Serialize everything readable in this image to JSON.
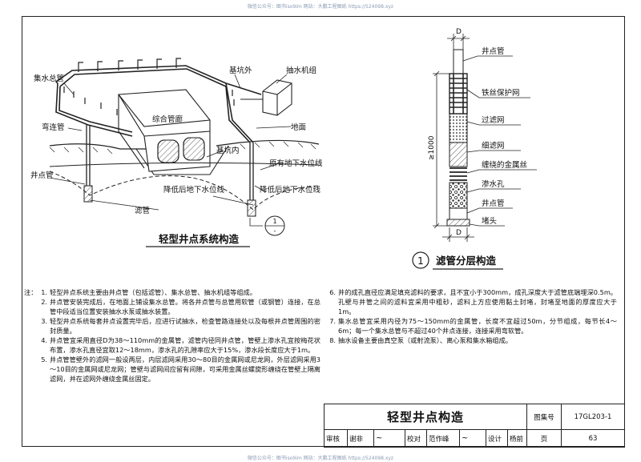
{
  "watermark": {
    "top": "微信公众号：图书iso9im  网站：大鹏工程图纸 https://524098.xyz",
    "bottom": "微信公众号：图书iso9im  网站：大鹏工程图纸 https://524098.xyz"
  },
  "fig1": {
    "title": "轻型井点系统构造",
    "labels": {
      "foundation_pit_outside": "基坑外",
      "pump_unit": "抽水机组",
      "header_pipe": "集水总管",
      "utility_tunnel": "综合管廊",
      "elbow_pipe": "弯连管",
      "ground": "地面",
      "pit_inside": "基坑内",
      "original_water_level": "原有地下水位线",
      "well_pipe": "井点管",
      "lowered_water_level_left": "降低后地下水位线",
      "lowered_water_level_right": "降低后地下水位线",
      "filter_pipe": "滤管"
    },
    "callout": {
      "number": "1",
      "sheet": "-"
    }
  },
  "fig2": {
    "title": "滤管分层构造",
    "number": "1",
    "dim_top": "D",
    "dim_bottom": "D",
    "dim_length": "≥1000",
    "labels": {
      "well_pipe_top": "井点管",
      "wire_mesh": "铁丝保护网",
      "filter_mesh_coarse": "过滤网",
      "filter_mesh_fine": "细滤网",
      "wound_wire": "缠绕的金属丝",
      "seep_hole": "渗水孔",
      "well_pipe_bottom": "井点管",
      "end_plug": "堵头"
    }
  },
  "notes": {
    "head": "注：",
    "left": [
      {
        "n": "1.",
        "t": "轻型井点系统主要由井点管（包括滤管）、集水总管、抽水机组等组成。"
      },
      {
        "n": "2.",
        "t": "井点管安装完成后，在地面上铺设集水总管。将各井点管与总管用软管（或钢管）连接，在总管中段适当位置安装抽水水泵或抽水装置。"
      },
      {
        "n": "3.",
        "t": "轻型井点系统每套井点设置完毕后，应进行试抽水，检查管路连接处以及每根井点管周围的密封质量。"
      },
      {
        "n": "4.",
        "t": "井点管宜采用直径D为38～110mm的金属管，滤管内径同井点管，管壁上渗水孔宜按梅花状布置，渗水孔直径宜取12～18mm，渗水孔的孔隙率应大于15%，渗水段长度应大于1m。"
      },
      {
        "n": "5.",
        "t": "井点管管壁外的滤网一般设两层，内层滤网采用30～80目的金属网或尼龙网，外层滤网采用3～10目的金属网或尼龙网；管壁与滤网间应留有间隙，可采用金属丝螺旋形缠绕在管壁上隔离滤网，并在滤网外缠绕金属丝固定。"
      }
    ],
    "right": [
      {
        "n": "6.",
        "t": "井的成孔直径应满足填充滤料的要求，且不宜小于300mm，成孔深度大于滤管底端埋深0.5m。孔壁与井管之间的滤料宜采用中粗砂，滤料上方应使用黏土封堵，封堵至地面的厚度应大于1m。"
      },
      {
        "n": "7.",
        "t": "集水总管宜采用内径为75～150mm的金属管，长度不宜超过50m，分节组成，每节长4～6m；每一个集水总管与不超过40个井点连接，连接采用弯软管。"
      },
      {
        "n": "8.",
        "t": "抽水设备主要由真空泵（或射流泵）、离心泵和集水箱组成。"
      }
    ]
  },
  "title_block": {
    "drawing_title": "轻型井点构造",
    "atlas_label": "图集号",
    "atlas_no": "17GL203-1",
    "review_label": "审核",
    "review_name": "谢非",
    "check_label": "校对",
    "check_name": "范作峰",
    "design_label": "设计",
    "design_name": "杨前",
    "page_label": "页",
    "page_no": "63"
  }
}
